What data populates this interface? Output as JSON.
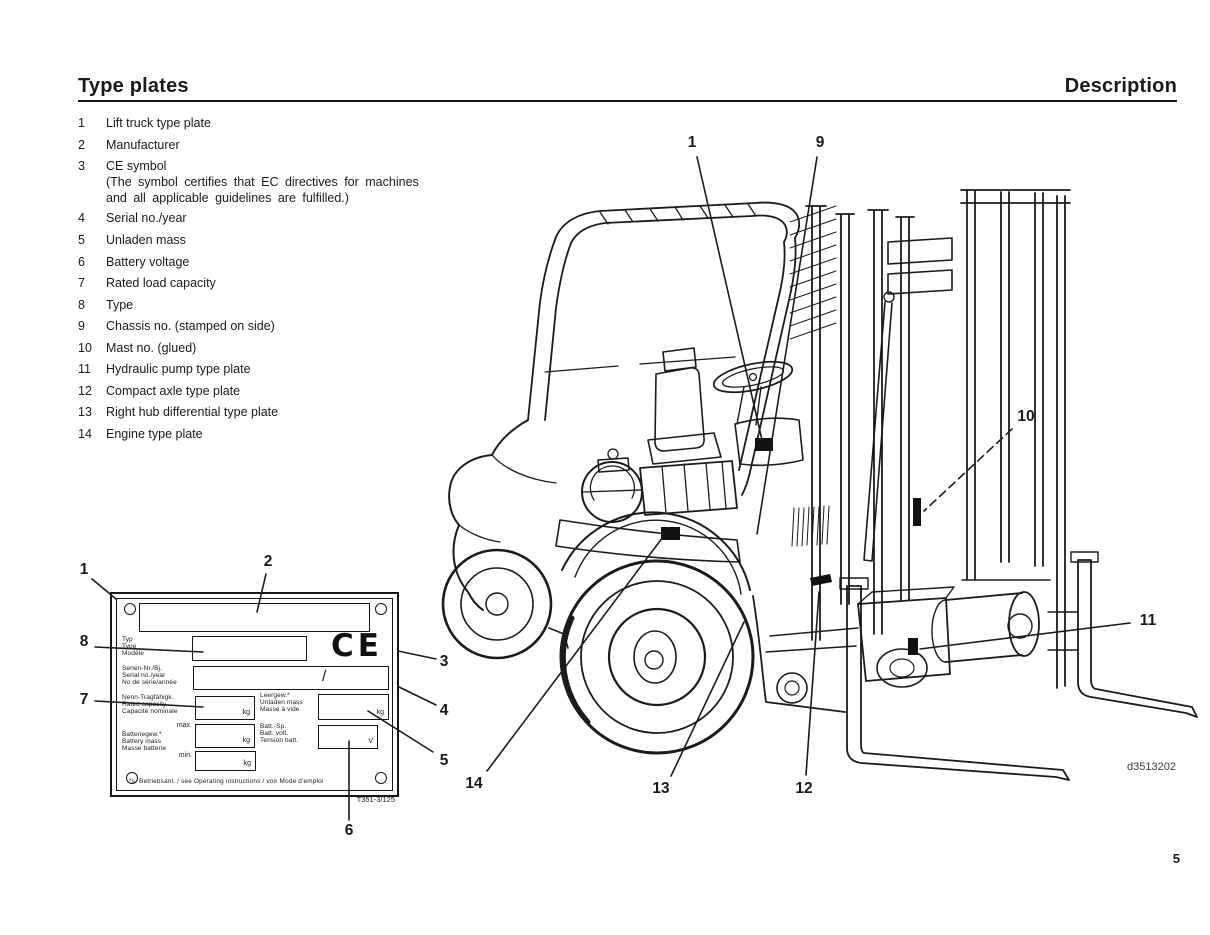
{
  "header": {
    "title": "Type plates",
    "section": "Description"
  },
  "legend": {
    "items": [
      {
        "num": "1",
        "text": "Lift truck type plate"
      },
      {
        "num": "2",
        "text": "Manufacturer"
      },
      {
        "num": "3",
        "text": "CE symbol",
        "note1": "(The symbol certifies that EC directives for machines",
        "note2": "and all applicable guidelines are fulfilled.)"
      },
      {
        "num": "4",
        "text": "Serial no./year"
      },
      {
        "num": "5",
        "text": "Unladen mass"
      },
      {
        "num": "6",
        "text": "Battery voltage"
      },
      {
        "num": "7",
        "text": "Rated load capacity"
      },
      {
        "num": "8",
        "text": "Type"
      },
      {
        "num": "9",
        "text": "Chassis no. (stamped on side)"
      },
      {
        "num": "10",
        "text": "Mast no. (glued)"
      },
      {
        "num": "11",
        "text": "Hydraulic pump type plate"
      },
      {
        "num": "12",
        "text": "Compact axle type plate"
      },
      {
        "num": "13",
        "text": "Right hub differential type plate"
      },
      {
        "num": "14",
        "text": "Engine type plate"
      }
    ]
  },
  "type_plate": {
    "typ_label": [
      "Typ",
      "Type",
      "Modèle"
    ],
    "serial_label": [
      "Serien-Nr./Bj.",
      "Serial no./year",
      "No de série/année"
    ],
    "capacity_label": [
      "Nenn-Tragfähigk.",
      "Rated capacity",
      "Capacité nominale"
    ],
    "unladen_label": [
      "Leergew.*",
      "Unladen mass",
      "Masse à vide"
    ],
    "battery_mass_label": [
      "Batteriegew.*",
      "Battery mass",
      "Masse batterie"
    ],
    "battery_voltage_label": [
      "Batt.-Sp.",
      "Batt. volt.",
      "Tension batt."
    ],
    "max_label": "max.",
    "min_label": "min.",
    "unit_kg": "kg",
    "unit_v": "V",
    "slash": "/",
    "ce_mark": "CE",
    "footnote": "*s. Betriebsanl. / see Operating instructions / voir Mode d'emploi",
    "drawing_code": "T351-3/125"
  },
  "callouts": {
    "plate": {
      "c1": "1",
      "c2": "2",
      "c3": "3",
      "c4": "4",
      "c5": "5",
      "c6": "6",
      "c7": "7",
      "c8": "8"
    },
    "truck": {
      "c1": "1",
      "c9": "9",
      "c10": "10",
      "c11": "11",
      "c12": "12",
      "c13": "13",
      "c14": "14"
    }
  },
  "figure": {
    "code": "d3513202"
  },
  "footer": {
    "page_number": "5"
  }
}
